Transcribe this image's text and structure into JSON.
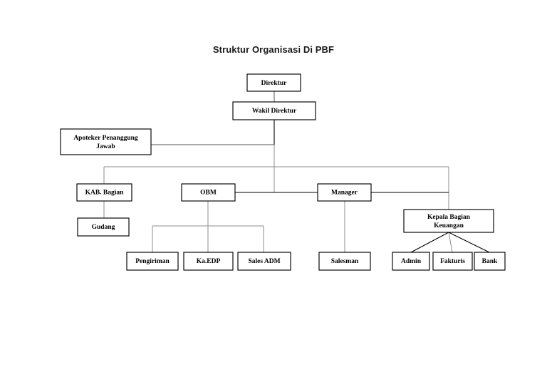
{
  "title": "Struktur Organisasi Di PBF",
  "nodes": {
    "direktur": {
      "label": "Direktur"
    },
    "wakil_direktur": {
      "label": "Wakil Direktur"
    },
    "apoteker": {
      "label_line1": "Apoteker Penanggung",
      "label_line2": "Jawab"
    },
    "kab_bagian": {
      "label": "KAB. Bagian"
    },
    "obm": {
      "label": "OBM"
    },
    "manager": {
      "label": "Manager"
    },
    "kepala_keuangan": {
      "label_line1": "Kepala Bagian",
      "label_line2": "Keuangan"
    },
    "gudang": {
      "label": "Gudang"
    },
    "pengiriman": {
      "label": "Pengiriman"
    },
    "ka_edp": {
      "label": "Ka.EDP"
    },
    "sales_adm": {
      "label": "Sales ADM"
    },
    "salesman": {
      "label": "Salesman"
    },
    "admin": {
      "label": "Admin"
    },
    "fakturis": {
      "label": "Fakturis"
    },
    "bank": {
      "label": "Bank"
    }
  },
  "colors": {
    "box_border": "#000000",
    "box_fill": "#ffffff",
    "text": "#000000",
    "connector": "#555555",
    "background": "#ffffff"
  }
}
